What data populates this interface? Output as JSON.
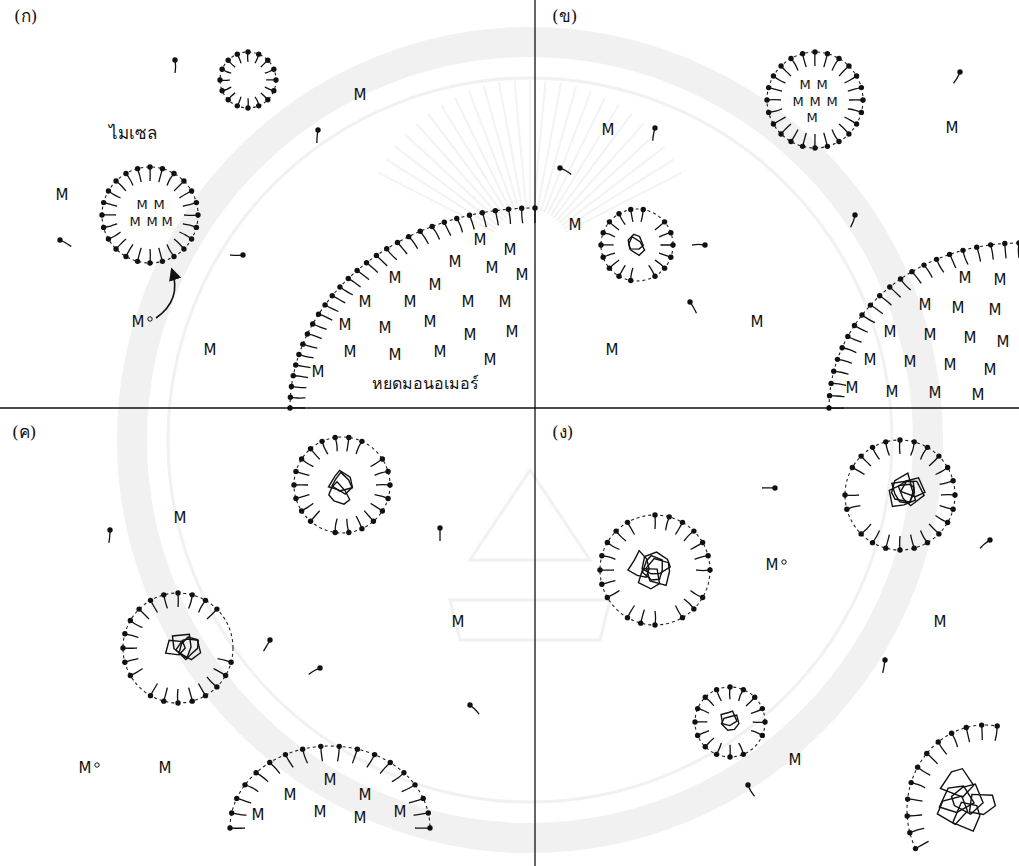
{
  "diagram": {
    "labels": [
      "(ก)",
      "(ข)",
      "(ค)",
      "(ง)",
      "ไมเซล",
      "หยดมอนอเมอร์",
      "M",
      "M",
      "M",
      "M",
      "M",
      "M",
      "M",
      "M",
      "M",
      "M",
      "M",
      "M",
      "M",
      "M",
      "M",
      "M",
      "M",
      "M",
      "M",
      "M",
      "M",
      "M",
      "M",
      "M",
      "M",
      "M",
      "M",
      "M",
      "M",
      "M",
      "M",
      "M",
      "M",
      "M",
      "M",
      "M",
      "M",
      "M",
      "M",
      "M",
      "M",
      "M",
      "M",
      "M",
      "M",
      "M",
      "M",
      "M",
      "M",
      "M",
      "M",
      "M",
      "M",
      "M",
      "M",
      "M",
      "M",
      "M",
      "M",
      "M",
      "M",
      "M",
      "M",
      "M",
      "M",
      "M",
      "M",
      "M",
      "M",
      "M",
      "M",
      "M"
    ]
  }
}
